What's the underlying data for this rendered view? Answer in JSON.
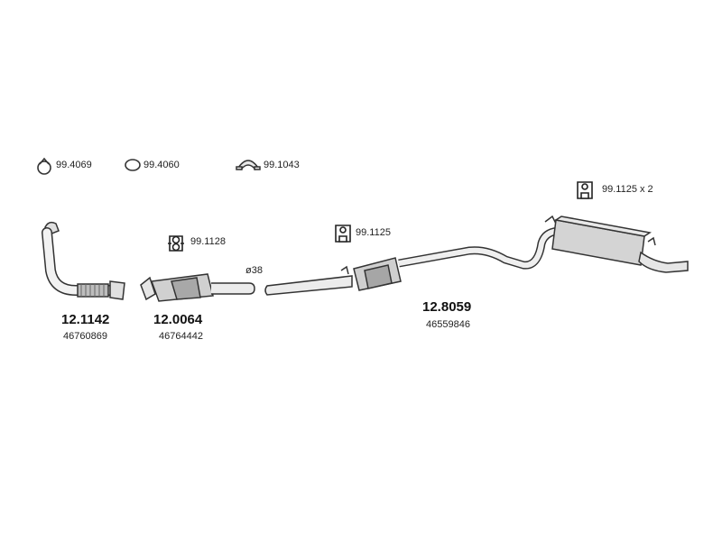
{
  "accessories": {
    "ring_1": "99.4069",
    "ring_2": "99.4060",
    "clamp": "99.1043",
    "hanger_cat": "99.1128",
    "hanger_mid": "99.1125",
    "hanger_rear": "99.1125 x 2"
  },
  "parts": {
    "front_pipe": {
      "number": "12.1142",
      "oe": "46760869"
    },
    "catalyst": {
      "number": "12.0064",
      "oe": "46764442"
    },
    "rear_system": {
      "number": "12.8059",
      "oe": "46559846"
    }
  },
  "diameter_label": "ø38",
  "colors": {
    "line": "#333333",
    "fill": "#d6d6d6",
    "dark": "#8a8a8a"
  }
}
